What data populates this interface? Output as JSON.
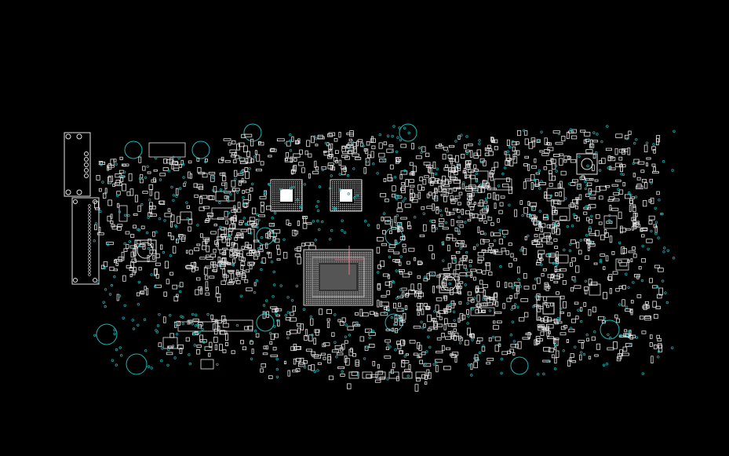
{
  "view": {
    "background": "#000000",
    "outline_color": "#e6e6e6",
    "via_color": "#1fa8a8",
    "hole_color": "#20b5b5",
    "cursor_color": "#e07a8c"
  },
  "layers": [
    "component-outlines",
    "mounting-holes",
    "test-vias",
    "cursor"
  ]
}
